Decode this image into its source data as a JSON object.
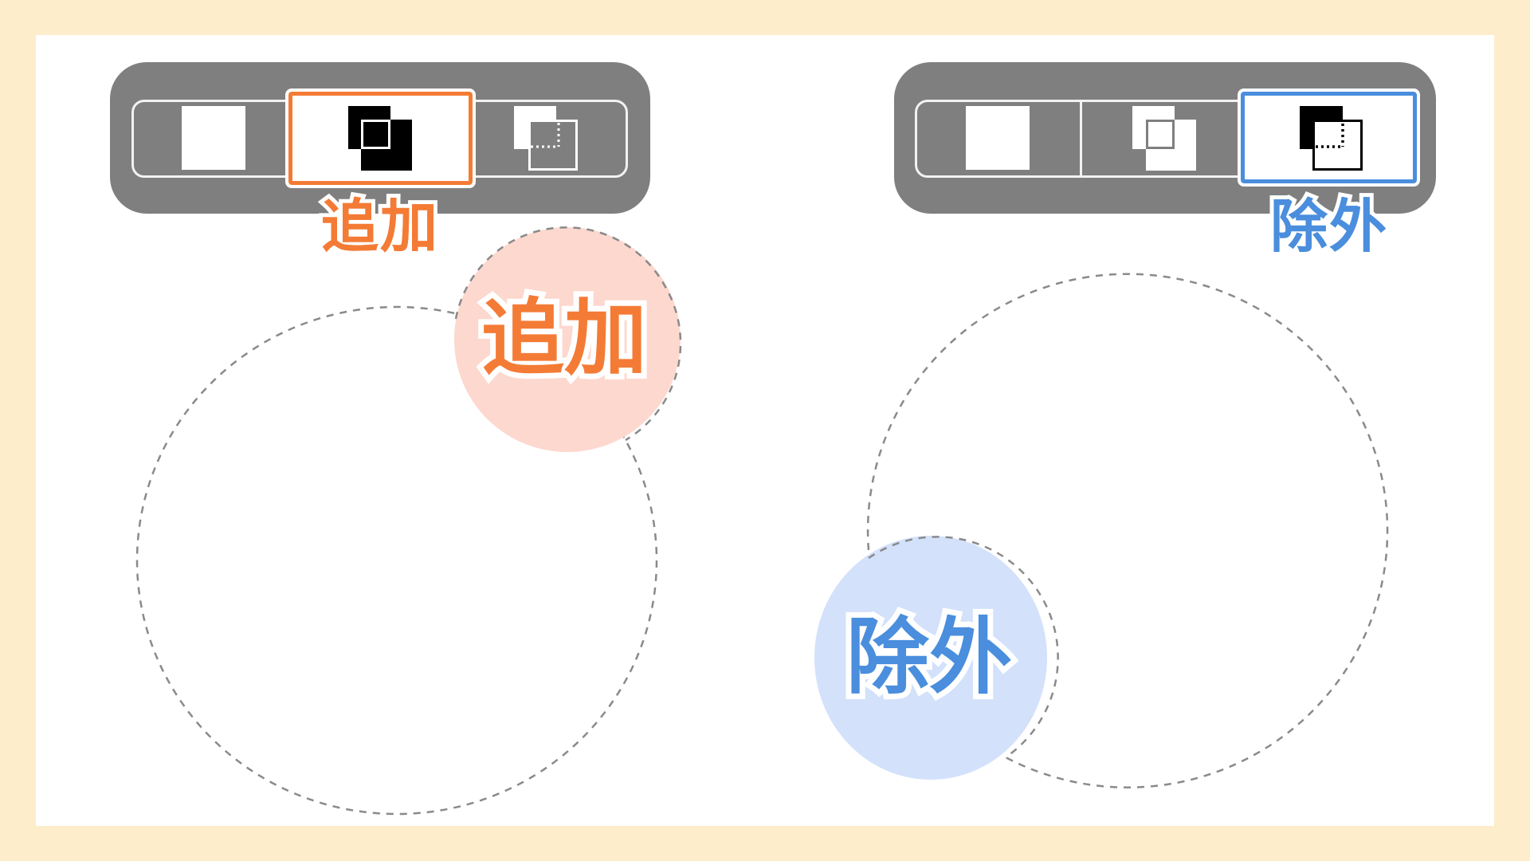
{
  "colors": {
    "background": "#FEEDCB",
    "canvas": "#FFFFFF",
    "panel_gray": "#7F7F7F",
    "add_orange": "#F47B35",
    "add_bubble": "#FDD8CE",
    "subtract_blue": "#4A8EDD",
    "subtract_bubble": "#D3E1FB",
    "selection_dash": "#8A8A8A"
  },
  "left_example": {
    "toolbar": {
      "modes": [
        {
          "icon": "new-selection-icon",
          "selected": false
        },
        {
          "icon": "add-selection-icon",
          "selected": true
        },
        {
          "icon": "subtract-selection-icon",
          "selected": false
        }
      ],
      "label": "追加"
    },
    "bubble_label": "追加"
  },
  "right_example": {
    "toolbar": {
      "modes": [
        {
          "icon": "new-selection-icon",
          "selected": false
        },
        {
          "icon": "add-selection-icon",
          "selected": false
        },
        {
          "icon": "subtract-selection-icon",
          "selected": true
        }
      ],
      "label": "除外"
    },
    "bubble_label": "除外"
  }
}
